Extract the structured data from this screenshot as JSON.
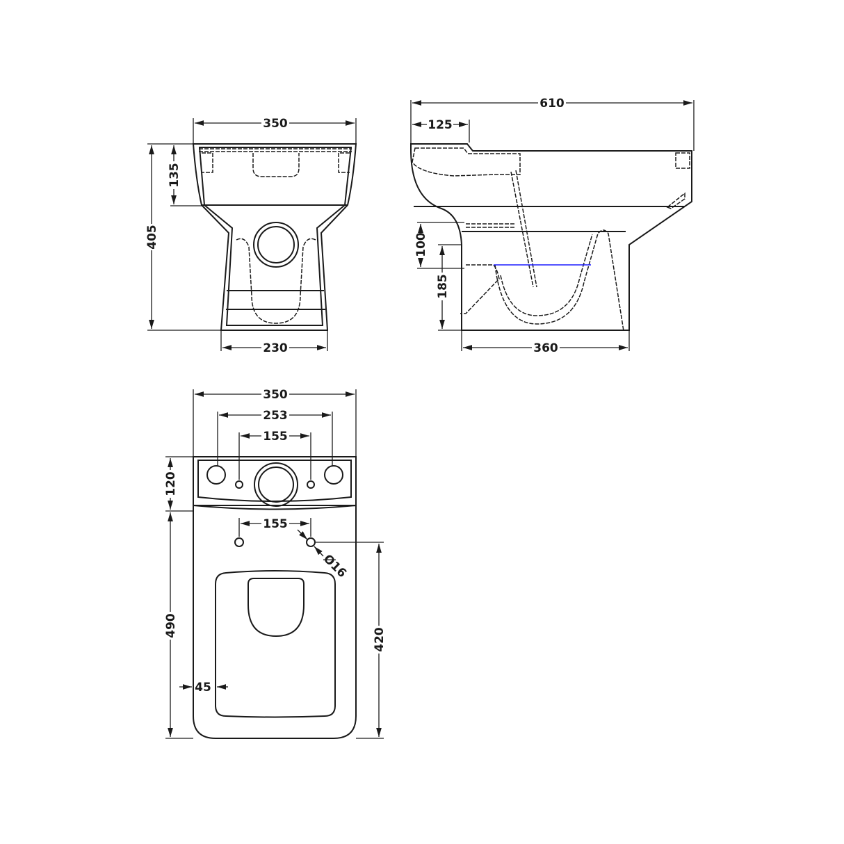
{
  "front_view": {
    "width_top": "350",
    "bowl_depth": "135",
    "height": "405",
    "base_width": "230"
  },
  "side_view": {
    "length": "610",
    "rear_offset": "125",
    "outlet_range": "100",
    "outlet_height": "185",
    "base_length": "360",
    "water_line_color": "#1a1aff"
  },
  "plan_view": {
    "width": "350",
    "outer_holes": "253",
    "inner_holes": "155",
    "cistern_depth": "120",
    "pan_hole_spacing": "155",
    "hole_diameter": "Ø16",
    "pan_length": "490",
    "hole_to_front": "420",
    "rim_offset": "45"
  }
}
